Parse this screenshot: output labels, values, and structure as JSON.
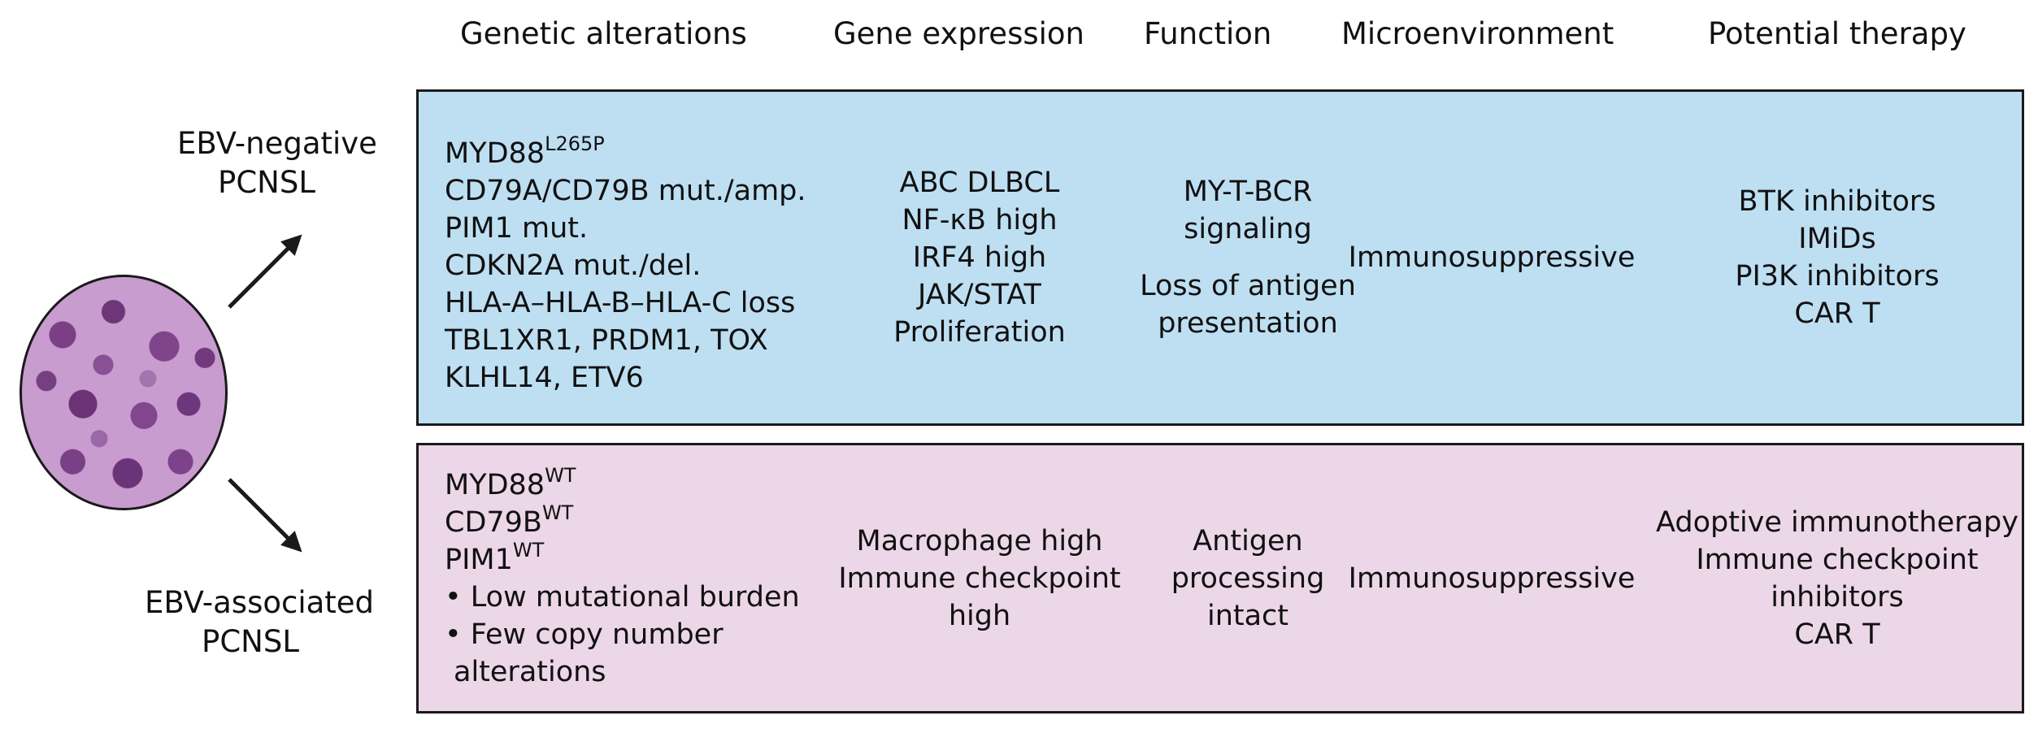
{
  "headers": {
    "genetic": "Genetic alterations",
    "expression": "Gene expression",
    "function": "Function",
    "micro": "Microenvironment",
    "therapy": "Potential therapy"
  },
  "groups": {
    "negative": {
      "line1": "EBV-negative",
      "line2": "PCNSL"
    },
    "associated": {
      "line1": "EBV-associated",
      "line2": "PCNSL"
    }
  },
  "negative_row": {
    "genetic": {
      "myd88_base": "MYD88",
      "myd88_sup": "L265P",
      "items": [
        "CD79A/CD79B mut./amp.",
        "PIM1 mut.",
        "CDKN2A mut./del.",
        "HLA-A–HLA-B–HLA-C loss",
        "TBL1XR1, PRDM1, TOX",
        "KLHL14,  ETV6"
      ]
    },
    "expression": [
      "ABC DLBCL",
      "NF-κB high",
      "IRF4 high",
      "JAK/STAT",
      "Proliferation"
    ],
    "function": {
      "block1": [
        "MY-T-BCR",
        "signaling"
      ],
      "block2": [
        "Loss of antigen",
        "presentation"
      ]
    },
    "micro": "Immunosuppressive",
    "therapy": [
      "BTK inhibitors",
      "IMiDs",
      "PI3K inhibitors",
      "CAR T"
    ]
  },
  "associated_row": {
    "genetic": {
      "sup_items": [
        {
          "base": "MYD88",
          "sup": "WT"
        },
        {
          "base": "CD79B",
          "sup": "WT"
        },
        {
          "base": "PIM1",
          "sup": "WT"
        }
      ],
      "bullet1": "• Low mutational burden",
      "bullet2_line1": "• Few copy number",
      "bullet2_line2": "alterations"
    },
    "expression": [
      "Macrophage high",
      "Immune checkpoint",
      "high"
    ],
    "function": [
      "Antigen",
      "processing",
      "intact"
    ],
    "micro": "Immunosuppressive",
    "therapy": [
      "Adoptive immunotherapy",
      "Immune checkpoint",
      "inhibitors",
      "CAR T"
    ]
  },
  "colors": {
    "negative_panel": "#bedff2",
    "associated_panel": "#ecd7e8",
    "border": "#1a1a1a"
  },
  "image": {
    "icon": "histology-micrograph-icon"
  }
}
